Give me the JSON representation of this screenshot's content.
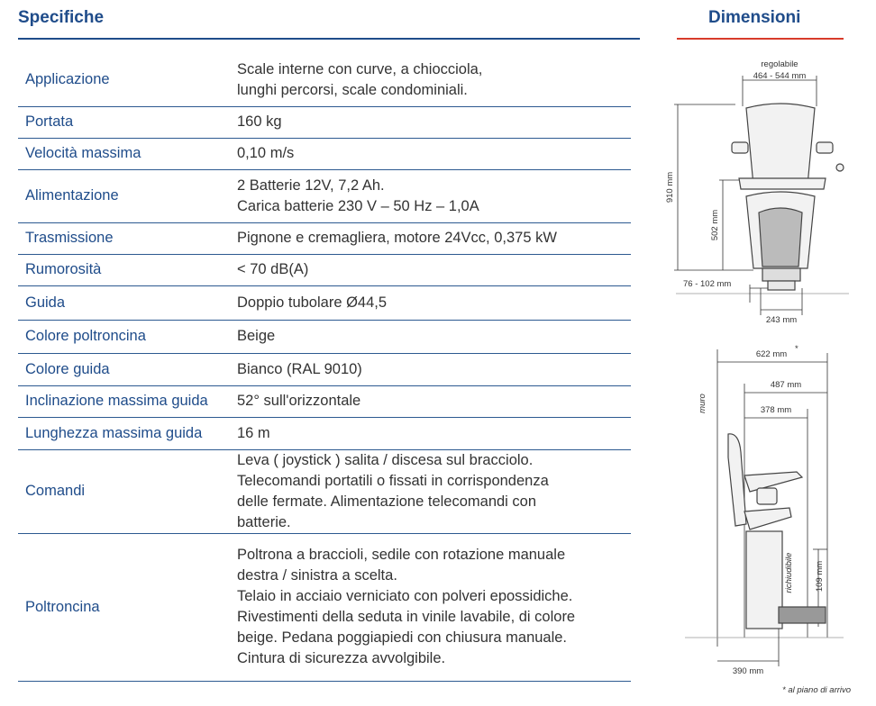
{
  "headings": {
    "specs": "Specifiche",
    "dimensions": "Dimensioni"
  },
  "specs": [
    {
      "label": "Applicazione",
      "lines": [
        "Scale interne con curve, a chiocciola,",
        "lunghi percorsi, scale condominiali."
      ]
    },
    {
      "label": "Portata",
      "lines": [
        "160 kg"
      ]
    },
    {
      "label": "Velocità massima",
      "lines": [
        "0,10 m/s"
      ]
    },
    {
      "label": "Alimentazione",
      "lines": [
        "2 Batterie 12V, 7,2 Ah.",
        "Carica batterie 230 V – 50 Hz – 1,0A"
      ]
    },
    {
      "label": "Trasmissione",
      "lines": [
        "Pignone e cremagliera, motore 24Vcc, 0,375 kW"
      ]
    },
    {
      "label": "Rumorosità",
      "lines": [
        "< 70 dB(A)"
      ]
    },
    {
      "label": "Guida",
      "lines": [
        "Doppio tubolare Ø44,5"
      ]
    },
    {
      "label": "Colore poltroncina",
      "lines": [
        "Beige"
      ]
    },
    {
      "label": "Colore guida",
      "lines": [
        "Bianco (RAL 9010)"
      ]
    },
    {
      "label": "Inclinazione massima guida",
      "lines": [
        "52° sull'orizzontale"
      ]
    },
    {
      "label": "Lunghezza massima guida",
      "lines": [
        "16 m"
      ]
    },
    {
      "label": "Comandi",
      "lines": [
        "Leva ( joystick ) salita / discesa sul bracciolo.",
        "Telecomandi portatili o fissati in corrispondenza",
        "delle fermate. Alimentazione telecomandi con",
        "batterie."
      ]
    },
    {
      "label": "Poltroncina",
      "lines": [
        "Poltrona a braccioli, sedile con rotazione manuale",
        "destra / sinistra a scelta.",
        "Telaio in acciaio verniciato con polveri epossidiche.",
        "Rivestimenti della seduta in vinile lavabile, di colore",
        "beige. Pedana poggiapiedi con chiusura manuale.",
        "Cintura di sicurezza avvolgibile."
      ]
    }
  ],
  "front_view": {
    "regolabile": "regolabile",
    "width_range": "464 - 544 mm",
    "height_total": "910 mm",
    "seat_height": "502 mm",
    "rail_offset": "76 - 102 mm",
    "base_width": "243 mm"
  },
  "side_view": {
    "dim_622": "622 mm",
    "asterisk": "*",
    "dim_487": "487 mm",
    "dim_378": "378 mm",
    "wall_label": "muro",
    "folded_label": "richiudibile",
    "dim_109": "109 mm",
    "dim_390": "390 mm",
    "footnote": "* al piano di arrivo"
  }
}
